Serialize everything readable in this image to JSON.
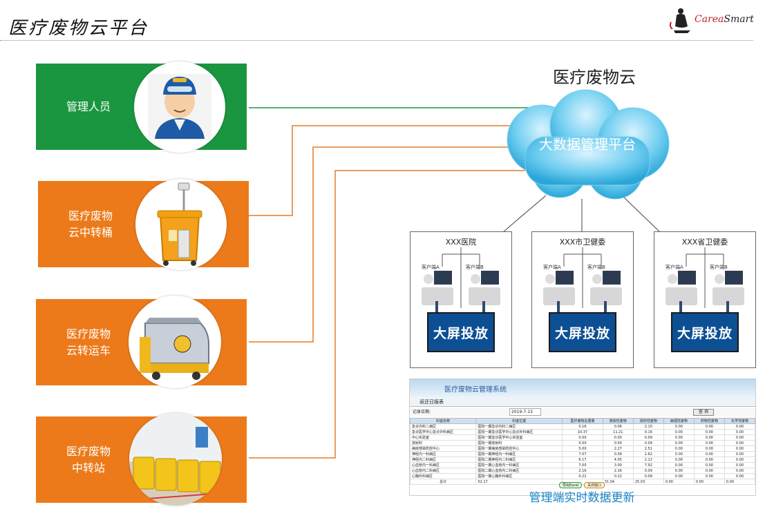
{
  "header": {
    "title": "医疗废物云平台",
    "logo_text_a": "Carea",
    "logo_text_b": "Smart"
  },
  "left_items": [
    {
      "label": "管理人员",
      "color": "#1a9640"
    },
    {
      "label": "医疗废物\n云中转桶",
      "color": "#ec7a1a"
    },
    {
      "label": "医疗废物\n云转运车",
      "color": "#ec7a1a"
    },
    {
      "label": "医疗废物\n中转站",
      "color": "#ec7a1a"
    }
  ],
  "cloud": {
    "title": "医疗废物云",
    "label": "大数据管理平台"
  },
  "nodes": [
    {
      "title": "XXX医院",
      "client_a": "客户端A",
      "client_b": "客户端B",
      "screen": "大屏投放"
    },
    {
      "title": "XXX市卫健委",
      "client_a": "客户端A",
      "client_b": "客户端B",
      "screen": "大屏投放"
    },
    {
      "title": "XXX省卫健委",
      "client_a": "客户端A",
      "client_b": "客户端B",
      "screen": "大屏投放"
    }
  ],
  "report": {
    "window_title": "医疗废物云管理系统",
    "tab": "返还日报表",
    "filter_label": "记录日期:",
    "filter_value": "2019-7-15",
    "query_button": "查 询",
    "columns": [
      "科室名称",
      "科室位置",
      "医疗废物总重量",
      "感染性废物",
      "损伤性废物",
      "病理性废物",
      "药物性废物",
      "化学性废物"
    ],
    "rows": [
      [
        "急诊内科二病区",
        "医院一期急诊内科二病区",
        "0.16",
        "0.06",
        "2.10",
        "0.00",
        "0.00",
        "0.00"
      ],
      [
        "急诊医学中心急诊外科病区",
        "医院一期急诊医学中心急诊外科病区",
        "10.37",
        "11.21",
        "0.16",
        "0.00",
        "0.00",
        "0.00"
      ],
      [
        "中心实验室",
        "医院一期急诊医学中心实验室",
        "0.00",
        "0.00",
        "0.09",
        "0.00",
        "0.00",
        "0.00"
      ],
      [
        "放射科",
        "医院一期放射科",
        "0.00",
        "0.00",
        "0.09",
        "0.00",
        "0.00",
        "0.00"
      ],
      [
        "病房感染防控中心",
        "医院一期病房感染防控中心",
        "5.00",
        "2.27",
        "2.51",
        "0.00",
        "0.00",
        "0.00"
      ],
      [
        "神经内一科病区",
        "医院一期神经内一科病区",
        "7.07",
        "0.09",
        "2.62",
        "0.00",
        "0.00",
        "0.00"
      ],
      [
        "神经内二科病区",
        "医院二期神经内二科病区",
        "6.17",
        "4.05",
        "2.12",
        "0.00",
        "0.00",
        "0.00"
      ],
      [
        "心血管内一科病区",
        "医院一期心血管内一科病区",
        "7.00",
        "3.00",
        "7.92",
        "0.00",
        "0.00",
        "0.00"
      ],
      [
        "心血管内二科病区",
        "医院二期心血管内二科病区",
        "2.16",
        "2.16",
        "0.09",
        "0.00",
        "0.00",
        "0.00"
      ],
      [
        "心胸外科病区",
        "医院一期心胸外科病区",
        "0.22",
        "0.22",
        "0.09",
        "0.00",
        "0.00",
        "0.00"
      ]
    ],
    "total_label": "总计",
    "totals": [
      "52.17",
      "",
      "31.04",
      "25.03",
      "0.00",
      "0.00",
      "0.00"
    ],
    "export_button": "导出Excel",
    "close_button": "关闭窗口",
    "caption": "管理端实时数据更新"
  }
}
